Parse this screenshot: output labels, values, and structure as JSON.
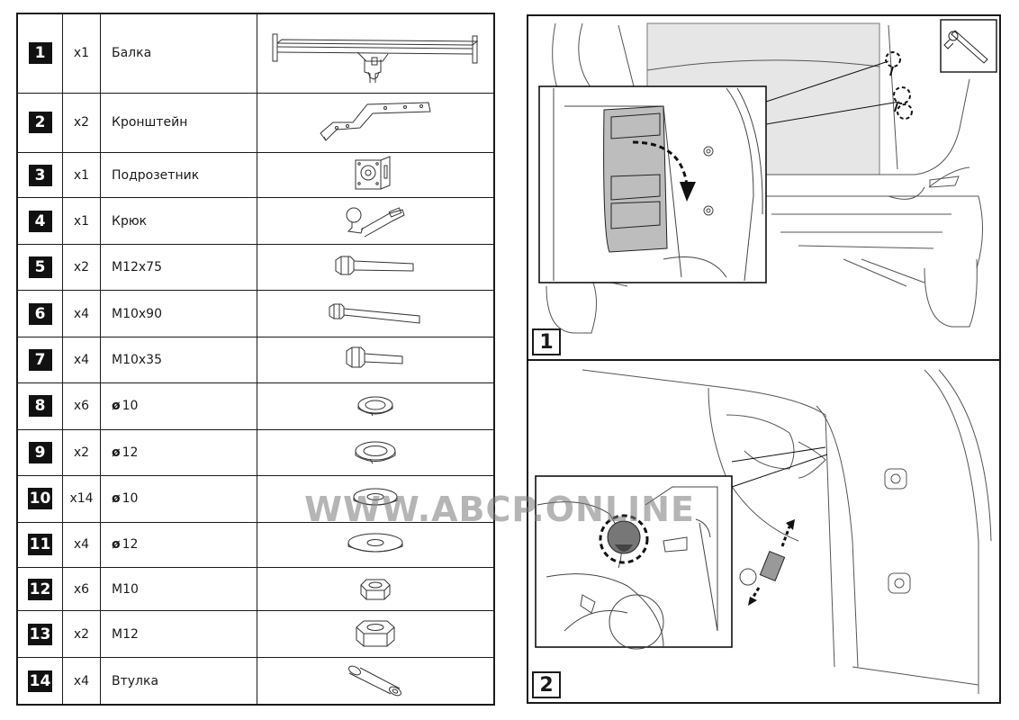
{
  "parts": [
    {
      "num": "1",
      "qty": "x1",
      "name": "Балка",
      "icon": "tow-beam-icon"
    },
    {
      "num": "2",
      "qty": "x2",
      "name": "Кронштейн",
      "icon": "bracket-icon"
    },
    {
      "num": "3",
      "qty": "x1",
      "name": "Подрозетник",
      "icon": "socket-plate-icon"
    },
    {
      "num": "4",
      "qty": "x1",
      "name": "Крюк",
      "icon": "tow-ball-hook-icon"
    },
    {
      "num": "5",
      "qty": "x2",
      "name": "M12x75",
      "icon": "bolt-icon"
    },
    {
      "num": "6",
      "qty": "x4",
      "name": "M10x90",
      "icon": "long-bolt-icon"
    },
    {
      "num": "7",
      "qty": "x4",
      "name": "M10x35",
      "icon": "short-bolt-icon"
    },
    {
      "num": "8",
      "qty": "x6",
      "dia": "ø",
      "name": "10",
      "icon": "spring-washer-icon"
    },
    {
      "num": "9",
      "qty": "x2",
      "dia": "ø",
      "name": "12",
      "icon": "spring-washer-icon"
    },
    {
      "num": "10",
      "qty": "x14",
      "dia": "ø",
      "name": "10",
      "icon": "flat-washer-icon"
    },
    {
      "num": "11",
      "qty": "x4",
      "dia": "ø",
      "name": "12",
      "icon": "flat-washer-icon"
    },
    {
      "num": "12",
      "qty": "x6",
      "name": "M10",
      "icon": "hex-nut-icon"
    },
    {
      "num": "13",
      "qty": "x2",
      "name": "M12",
      "icon": "hex-nut-icon"
    },
    {
      "num": "14",
      "qty": "x4",
      "name": "Втулка",
      "icon": "sleeve-icon"
    }
  ],
  "figures": [
    {
      "label": "1",
      "icon": "remove-trunk-trim-clips-diagram"
    },
    {
      "label": "2",
      "icon": "remove-rear-harness-clips-diagram"
    }
  ],
  "watermark": "WWW.ABCP.ONLINE"
}
